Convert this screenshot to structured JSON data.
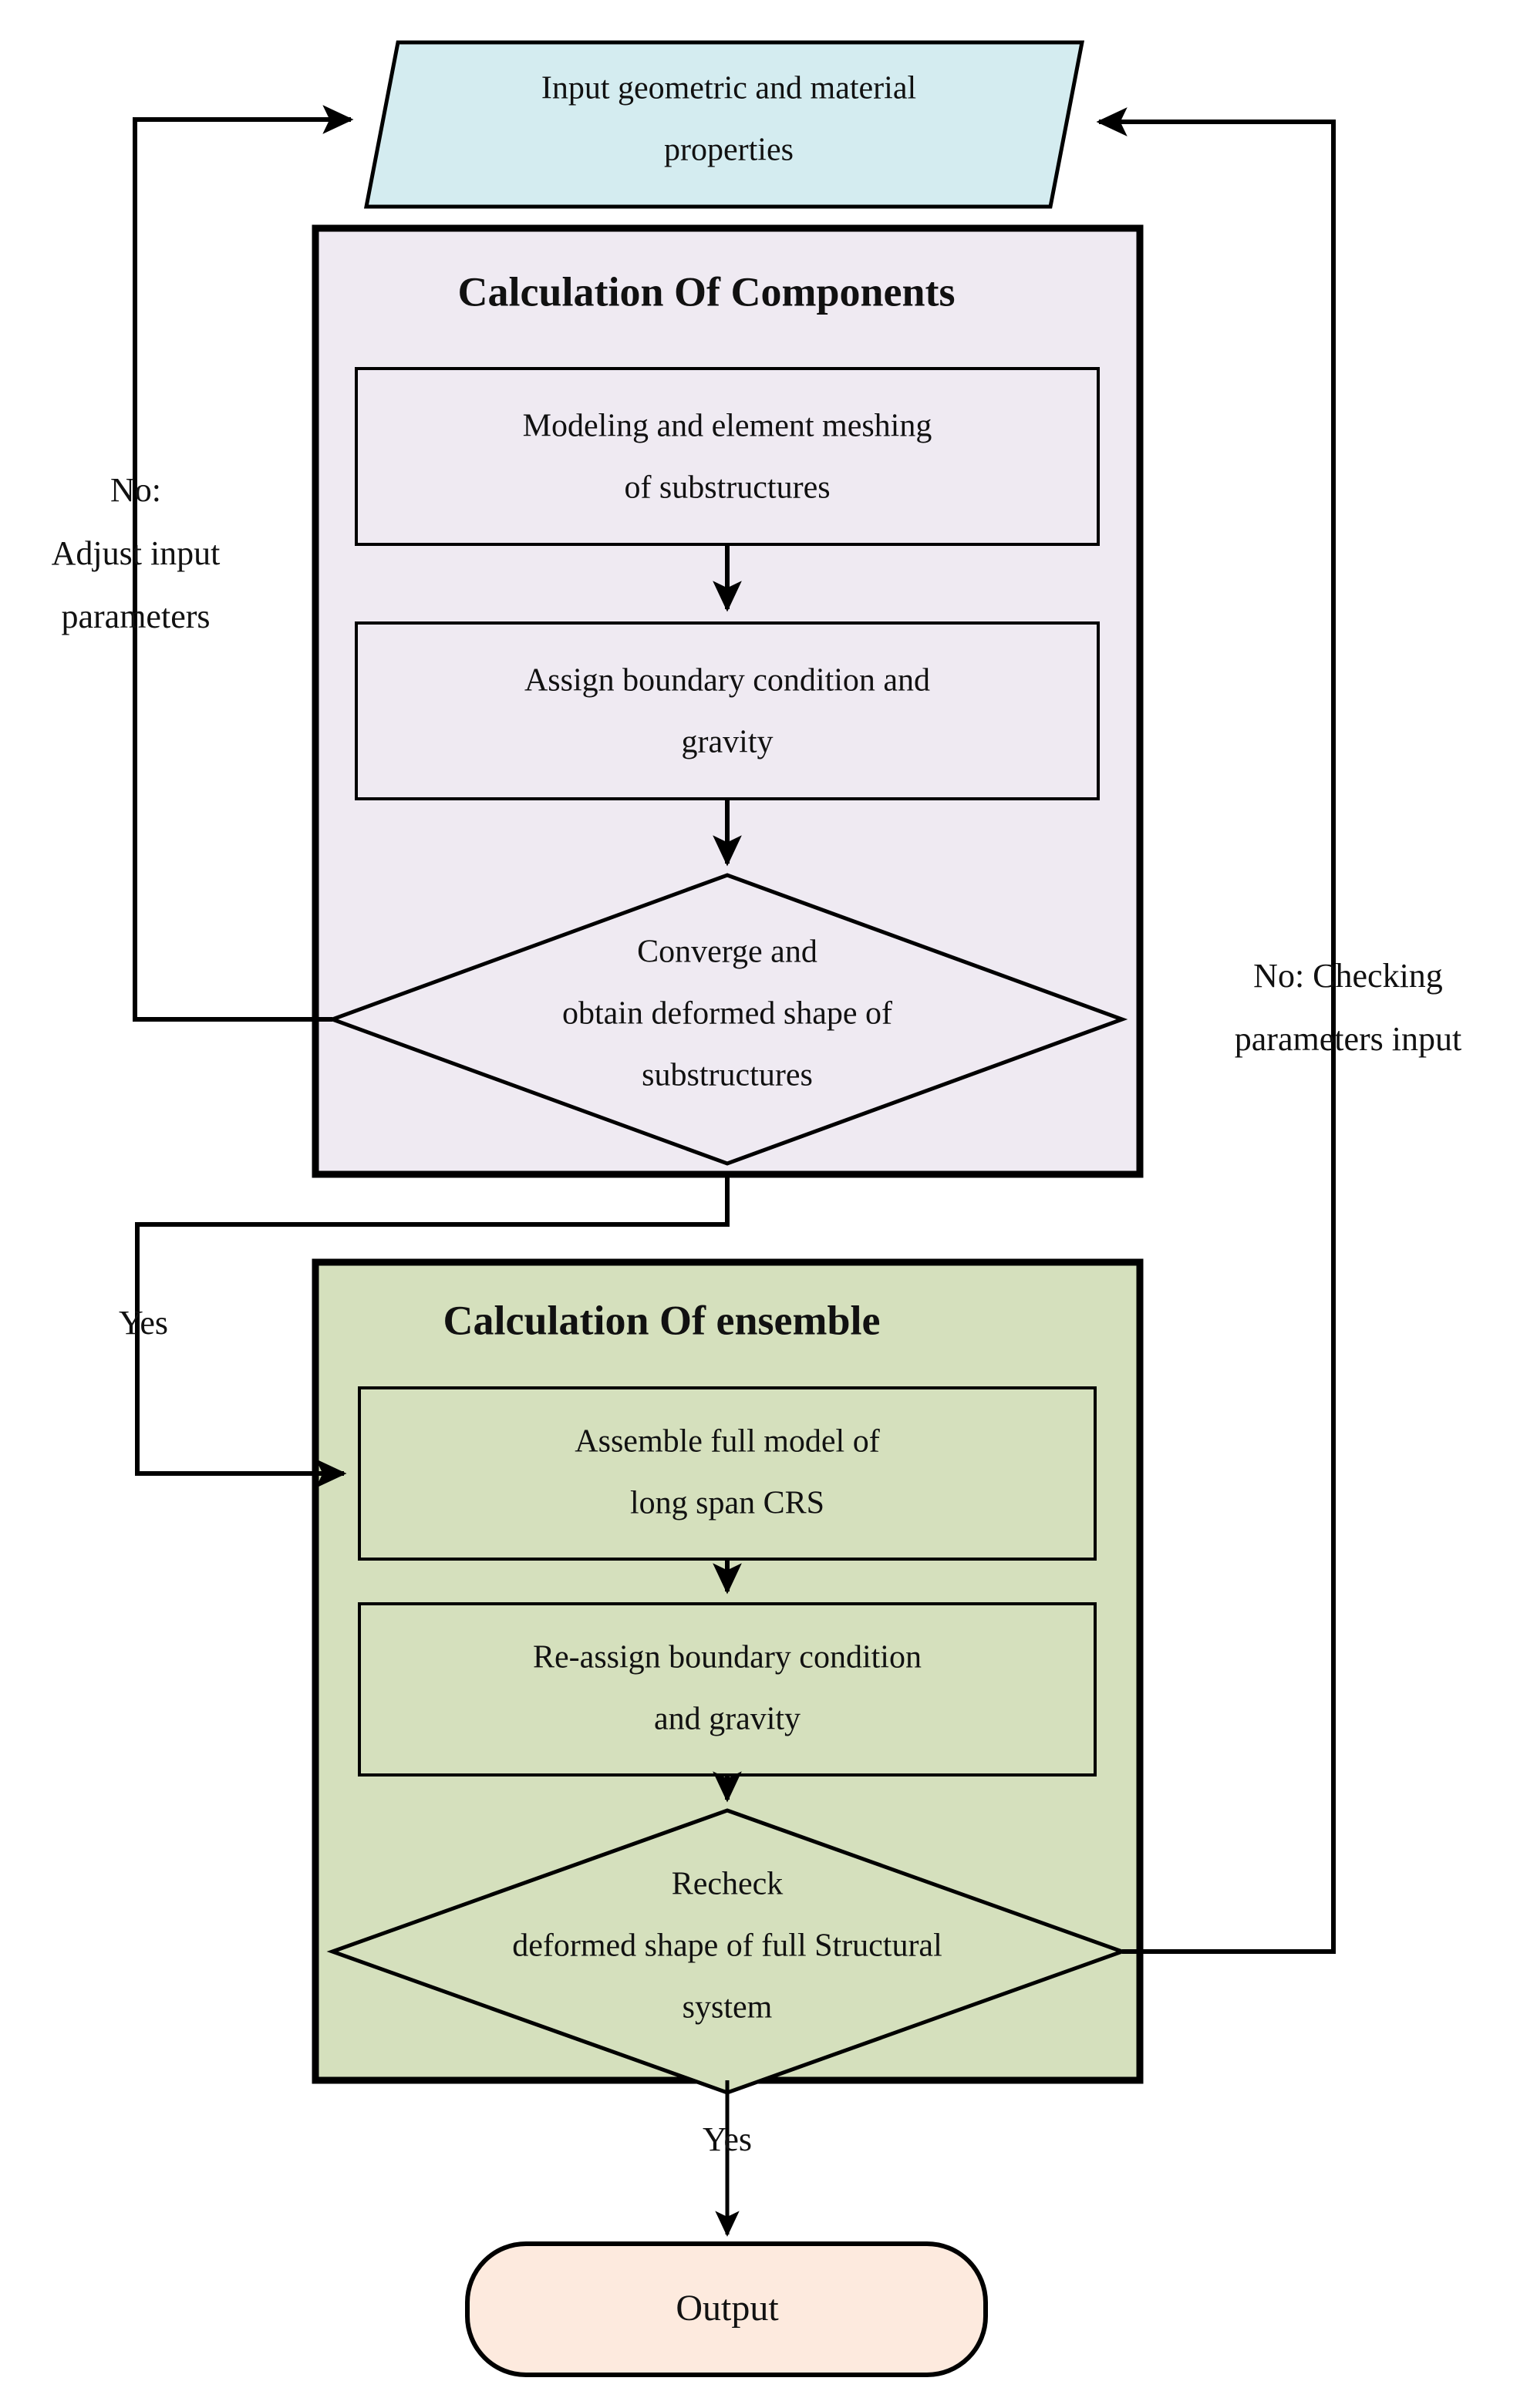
{
  "diagram": {
    "title_semantics": "flowchart-calculation-of-long-span-CRS",
    "colors": {
      "input_fill": "#d4ecf0",
      "components_panel_fill": "#efeaf2",
      "ensemble_panel_fill": "#d5e0bd",
      "output_fill": "#fdeade",
      "stroke": "#000000",
      "background": "#ffffff"
    }
  },
  "nodes": {
    "input": {
      "shape": "parallelogram",
      "line1": "Input geometric and material",
      "line2": "properties"
    },
    "components_panel": {
      "heading": "Calculation Of Components",
      "step1": {
        "line1": "Modeling and element meshing",
        "line2": "of substructures"
      },
      "step2": {
        "line1": "Assign boundary condition and",
        "line2": "gravity"
      },
      "decision": {
        "line1": "Converge and",
        "line2": "obtain deformed shape of",
        "line3": "substructures"
      }
    },
    "ensemble_panel": {
      "heading": "Calculation Of ensemble",
      "step1": {
        "line1": "Assemble full model of",
        "line2": "long span CRS"
      },
      "step2": {
        "line1": "Re-assign boundary condition",
        "line2": "and gravity"
      },
      "decision": {
        "line1": "Recheck",
        "line2": "deformed shape of full Structural",
        "line3": "system"
      }
    },
    "output": {
      "shape": "rounded-rectangle",
      "label": "Output"
    }
  },
  "edge_labels": {
    "left_feedback_line1": "No:",
    "left_feedback_line2": "Adjust input",
    "left_feedback_line3": "parameters",
    "right_feedback_line1": "No: Checking",
    "right_feedback_line2": "parameters input",
    "components_to_ensemble": "Yes",
    "ensemble_to_output": "Yes"
  }
}
